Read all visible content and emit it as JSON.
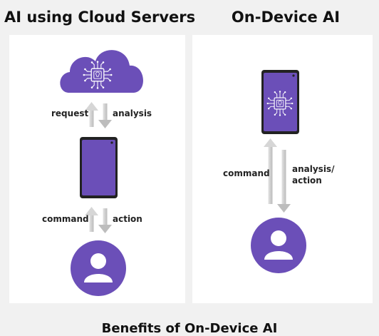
{
  "left": {
    "title": "AI using Cloud Servers",
    "labels": {
      "request": "request",
      "analysis": "analysis",
      "command": "command",
      "action": "action"
    }
  },
  "right": {
    "title": "On-Device AI",
    "labels": {
      "command": "command",
      "analysis_action": "analysis/\naction"
    }
  },
  "bottom": {
    "title": "Benefits of On-Device AI"
  },
  "colors": {
    "accent": "#6b4fb8",
    "phone_body": "#222222",
    "arrow": "#c8c8c8",
    "panel": "#ffffff",
    "background": "#f1f1f1"
  },
  "icons": {
    "cloud": "cloud-icon",
    "chip": "ai-chip-icon",
    "phone": "smartphone-icon",
    "user": "user-icon"
  }
}
